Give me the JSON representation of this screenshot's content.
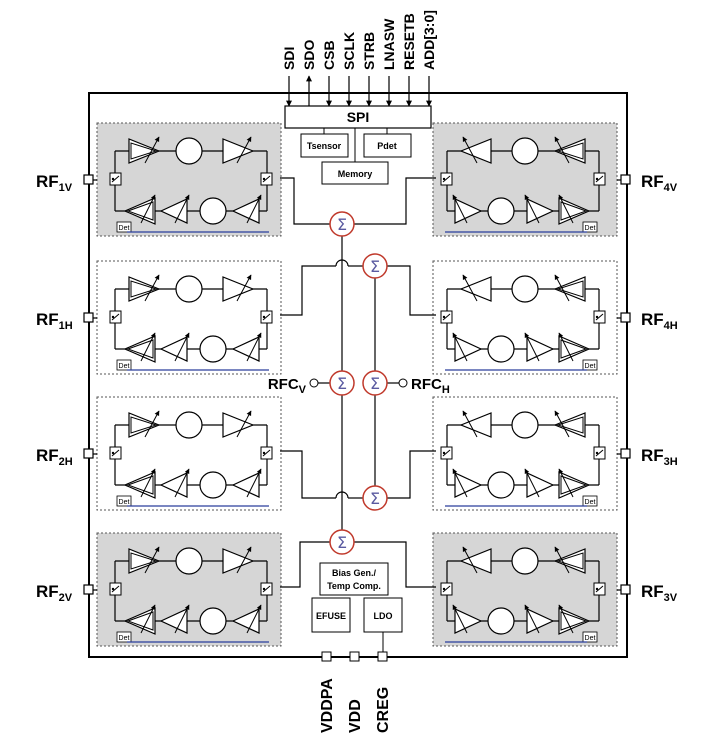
{
  "pins_top": [
    "SDI",
    "SDO",
    "CSB",
    "SCLK",
    "STRB",
    "LNASW",
    "RESETB",
    "ADD[3:0]"
  ],
  "pins_bottom": [
    "VDDPA",
    "VDD",
    "CREG"
  ],
  "spi": "SPI",
  "tsensor": "Tsensor",
  "pdet": "Pdet",
  "memory": "Memory",
  "bias_line1": "Bias Gen./",
  "bias_line2": "Temp Comp.",
  "efuse": "EFUSE",
  "ldo": "LDO",
  "det": "Det",
  "sum_symbol": "Σ",
  "rfc_v": {
    "base": "RFC",
    "sub": "V"
  },
  "rfc_h": {
    "base": "RFC",
    "sub": "H"
  },
  "rf_ports": [
    {
      "base": "RF",
      "sub": "1V"
    },
    {
      "base": "RF",
      "sub": "1H"
    },
    {
      "base": "RF",
      "sub": "2H"
    },
    {
      "base": "RF",
      "sub": "2V"
    },
    {
      "base": "RF",
      "sub": "4V"
    },
    {
      "base": "RF",
      "sub": "4H"
    },
    {
      "base": "RF",
      "sub": "3H"
    },
    {
      "base": "RF",
      "sub": "3V"
    }
  ],
  "colors": {
    "shaded": "#d6d6d6",
    "summer": "#c0392b",
    "sigma": "#5a5aa0",
    "det_line": "#2a3f9c"
  }
}
